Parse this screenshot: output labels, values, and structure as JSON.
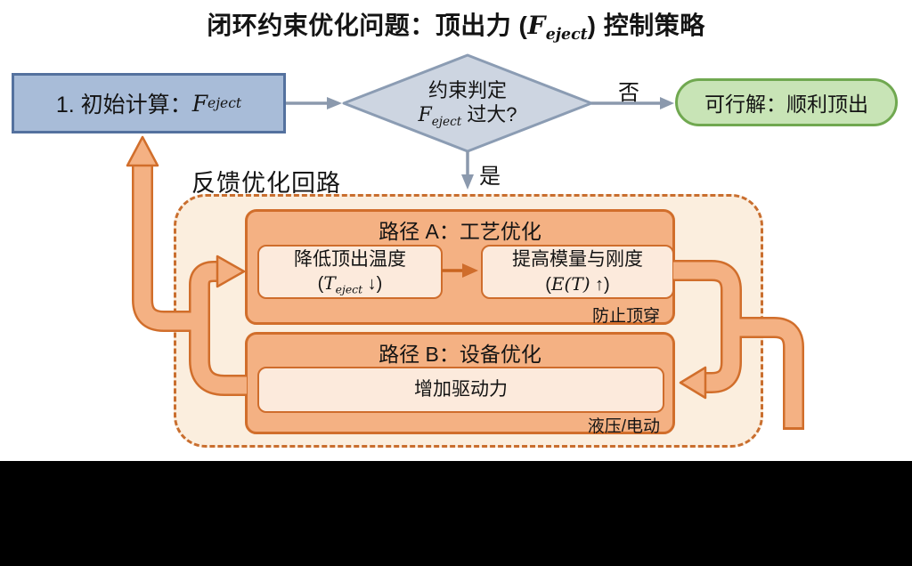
{
  "title": {
    "prefix": "闭环约束优化问题：顶出力 (",
    "math_main": "F",
    "math_sub": "eject",
    "suffix": ") 控制策略"
  },
  "nodes": {
    "initial": {
      "prefix": "1. 初始计算：",
      "math_main": "F",
      "math_sub": "eject"
    },
    "decision": {
      "line1": "约束判定",
      "math_main": "F",
      "math_sub": "eject",
      "line2_suffix": " 过大?"
    },
    "feasible": {
      "label": "可行解：顺利顶出"
    },
    "no_label": "否",
    "yes_label": "是"
  },
  "feedback": {
    "label": "反馈优化回路",
    "path_a": {
      "header": "路径 A：工艺优化",
      "step1": {
        "line1": "降低顶出温度",
        "prefix": "(",
        "math_main": "T",
        "math_sub": "eject",
        "suffix": " ↓)"
      },
      "step2": {
        "line1": "提高模量与刚度",
        "prefix": "(",
        "math": "E(T)",
        "suffix": " ↑)"
      },
      "note": "防止顶穿"
    },
    "path_b": {
      "header": "路径 B：设备优化",
      "step1": {
        "label": "增加驱动力"
      },
      "note": "液压/电动"
    }
  },
  "colors": {
    "background": "#ffffff",
    "letterbox": "#000000",
    "blue_fill": "#a8bcd8",
    "blue_border": "#54719e",
    "diamond_fill": "#cdd5e1",
    "diamond_border": "#8b9cb3",
    "green_fill": "#c8e4b6",
    "green_border": "#70a850",
    "gray_connector": "#8b99ad",
    "orange_fill": "#f4b183",
    "orange_border": "#d16e2b",
    "loop_container_fill": "#fbeede",
    "inner_box_fill": "#fceadc",
    "text": "#141414"
  }
}
